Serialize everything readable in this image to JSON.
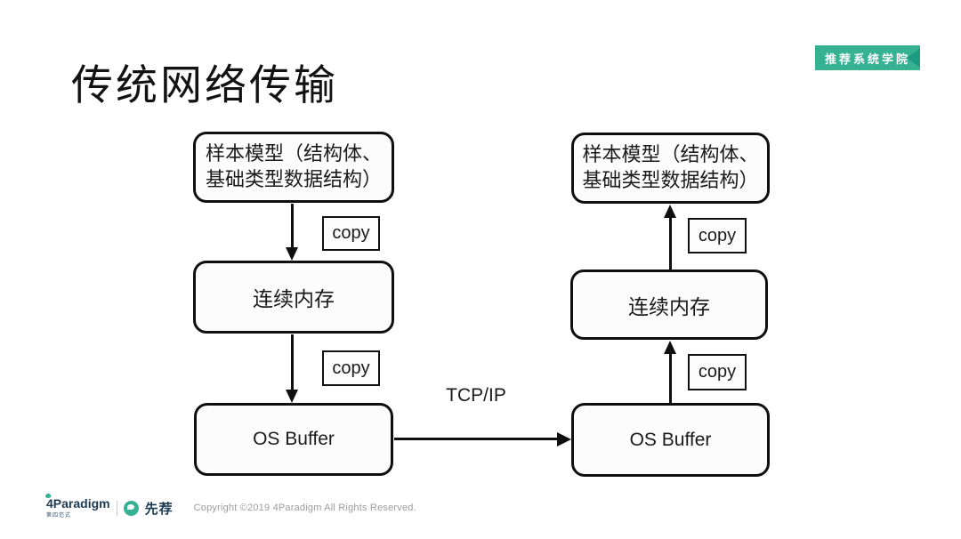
{
  "slide": {
    "title": "传统网络传输",
    "badge": {
      "label": "推荐系统学院",
      "bg_color": "#36b293",
      "fold_color": "#1e9a81"
    }
  },
  "diagram": {
    "copy_label": "copy",
    "tcp_label": "TCP/IP",
    "left": {
      "top_box_line1": "样本模型（结构体、",
      "top_box_line2": "基础类型数据结构）",
      "mid_box": "连续内存",
      "bottom_box": "OS Buffer"
    },
    "right": {
      "top_box_line1": "样本模型（结构体、",
      "top_box_line2": "基础类型数据结构）",
      "mid_box": "连续内存",
      "bottom_box": "OS Buffer"
    }
  },
  "footer": {
    "logo_text": "4Paradigm",
    "logo_subtext": "第四范式",
    "brand2_text": "先荐",
    "copyright": "Copyright ©2019 4Paradigm All Rights Reserved.",
    "brand_navy": "#1c3a52",
    "brand_teal": "#36b293"
  }
}
